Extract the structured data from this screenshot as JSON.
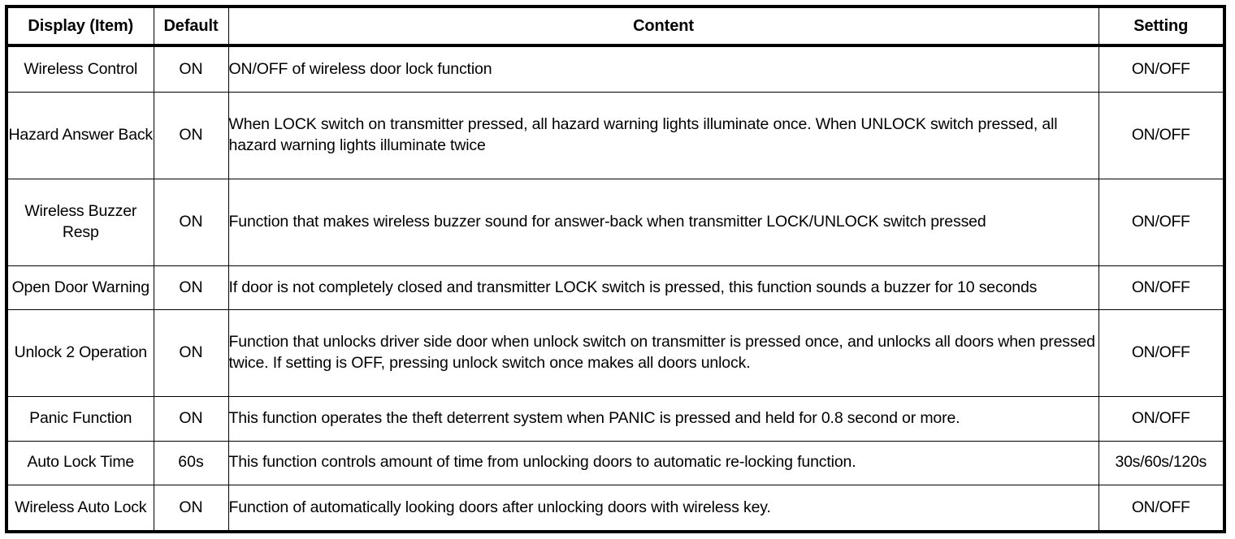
{
  "table": {
    "columns": [
      {
        "key": "item",
        "label": "Display (Item)"
      },
      {
        "key": "default",
        "label": "Default"
      },
      {
        "key": "content",
        "label": "Content"
      },
      {
        "key": "setting",
        "label": "Setting"
      }
    ],
    "rows": [
      {
        "item": "Wireless Control",
        "default": "ON",
        "content": "ON/OFF of wireless door lock function",
        "setting": "ON/OFF"
      },
      {
        "item": "Hazard Answer Back",
        "default": "ON",
        "content": "When LOCK switch on transmitter pressed, all hazard warning lights illuminate once. When UNLOCK switch pressed, all hazard warning lights illuminate twice",
        "setting": "ON/OFF"
      },
      {
        "item": "Wireless Buzzer Resp",
        "default": "ON",
        "content": "Function that makes wireless buzzer sound for answer-back when transmitter LOCK/UNLOCK switch pressed",
        "setting": "ON/OFF"
      },
      {
        "item": "Open Door Warning",
        "default": "ON",
        "content": "If door is not completely closed and transmitter LOCK switch is pressed, this function sounds a buzzer for 10 seconds",
        "setting": "ON/OFF"
      },
      {
        "item": "Unlock 2 Operation",
        "default": "ON",
        "content": "Function that unlocks driver side door when unlock switch on transmitter is pressed once, and unlocks all doors when pressed twice. If setting is OFF, pressing unlock switch once makes all doors unlock.",
        "setting": "ON/OFF"
      },
      {
        "item": "Panic Function",
        "default": "ON",
        "content": "This function operates the theft deterrent system when PANIC is pressed and held for 0.8 second or more.",
        "setting": "ON/OFF"
      },
      {
        "item": "Auto Lock Time",
        "default": "60s",
        "content": "This function controls amount of time from unlocking doors to automatic re-locking function.",
        "setting": "30s/60s/120s"
      },
      {
        "item": "Wireless Auto Lock",
        "default": "ON",
        "content": "Function of automatically looking doors after unlocking doors with wireless key.",
        "setting": "ON/OFF"
      }
    ]
  },
  "colors": {
    "border": "#000000",
    "text": "#000000",
    "background": "#ffffff"
  }
}
